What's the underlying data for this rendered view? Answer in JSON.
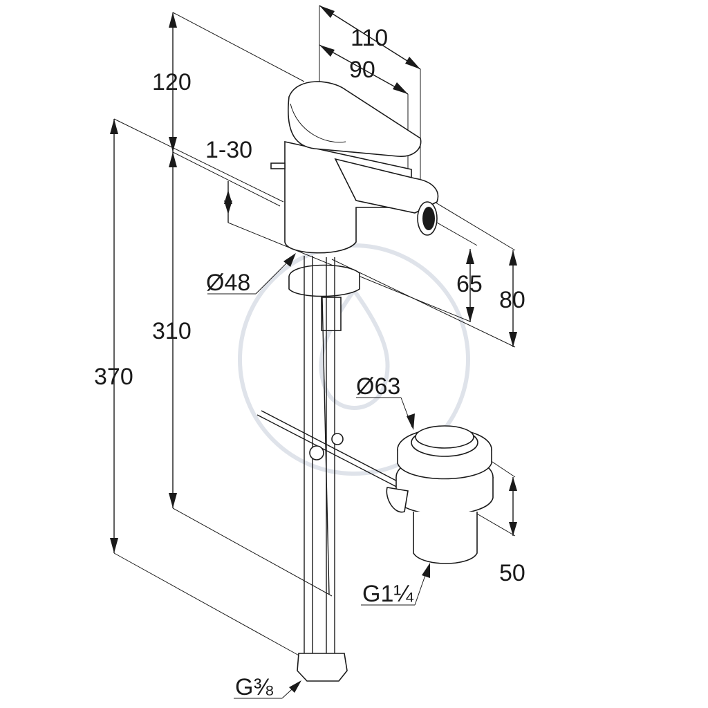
{
  "drawing": {
    "line_color": "#1a1a1a",
    "watermark_color": "#dfe3ea",
    "dimensions": {
      "height_top": "120",
      "width_total": "110",
      "width_spout": "90",
      "adjust_range": "1-30",
      "base_diameter": "Ø48",
      "height_spout_65": "65",
      "height_spout_80": "80",
      "height_body": "310",
      "height_total": "370",
      "waste_diameter": "Ø63",
      "waste_height": "50",
      "waste_thread": "G1¼",
      "supply_thread": "G⅜"
    }
  }
}
